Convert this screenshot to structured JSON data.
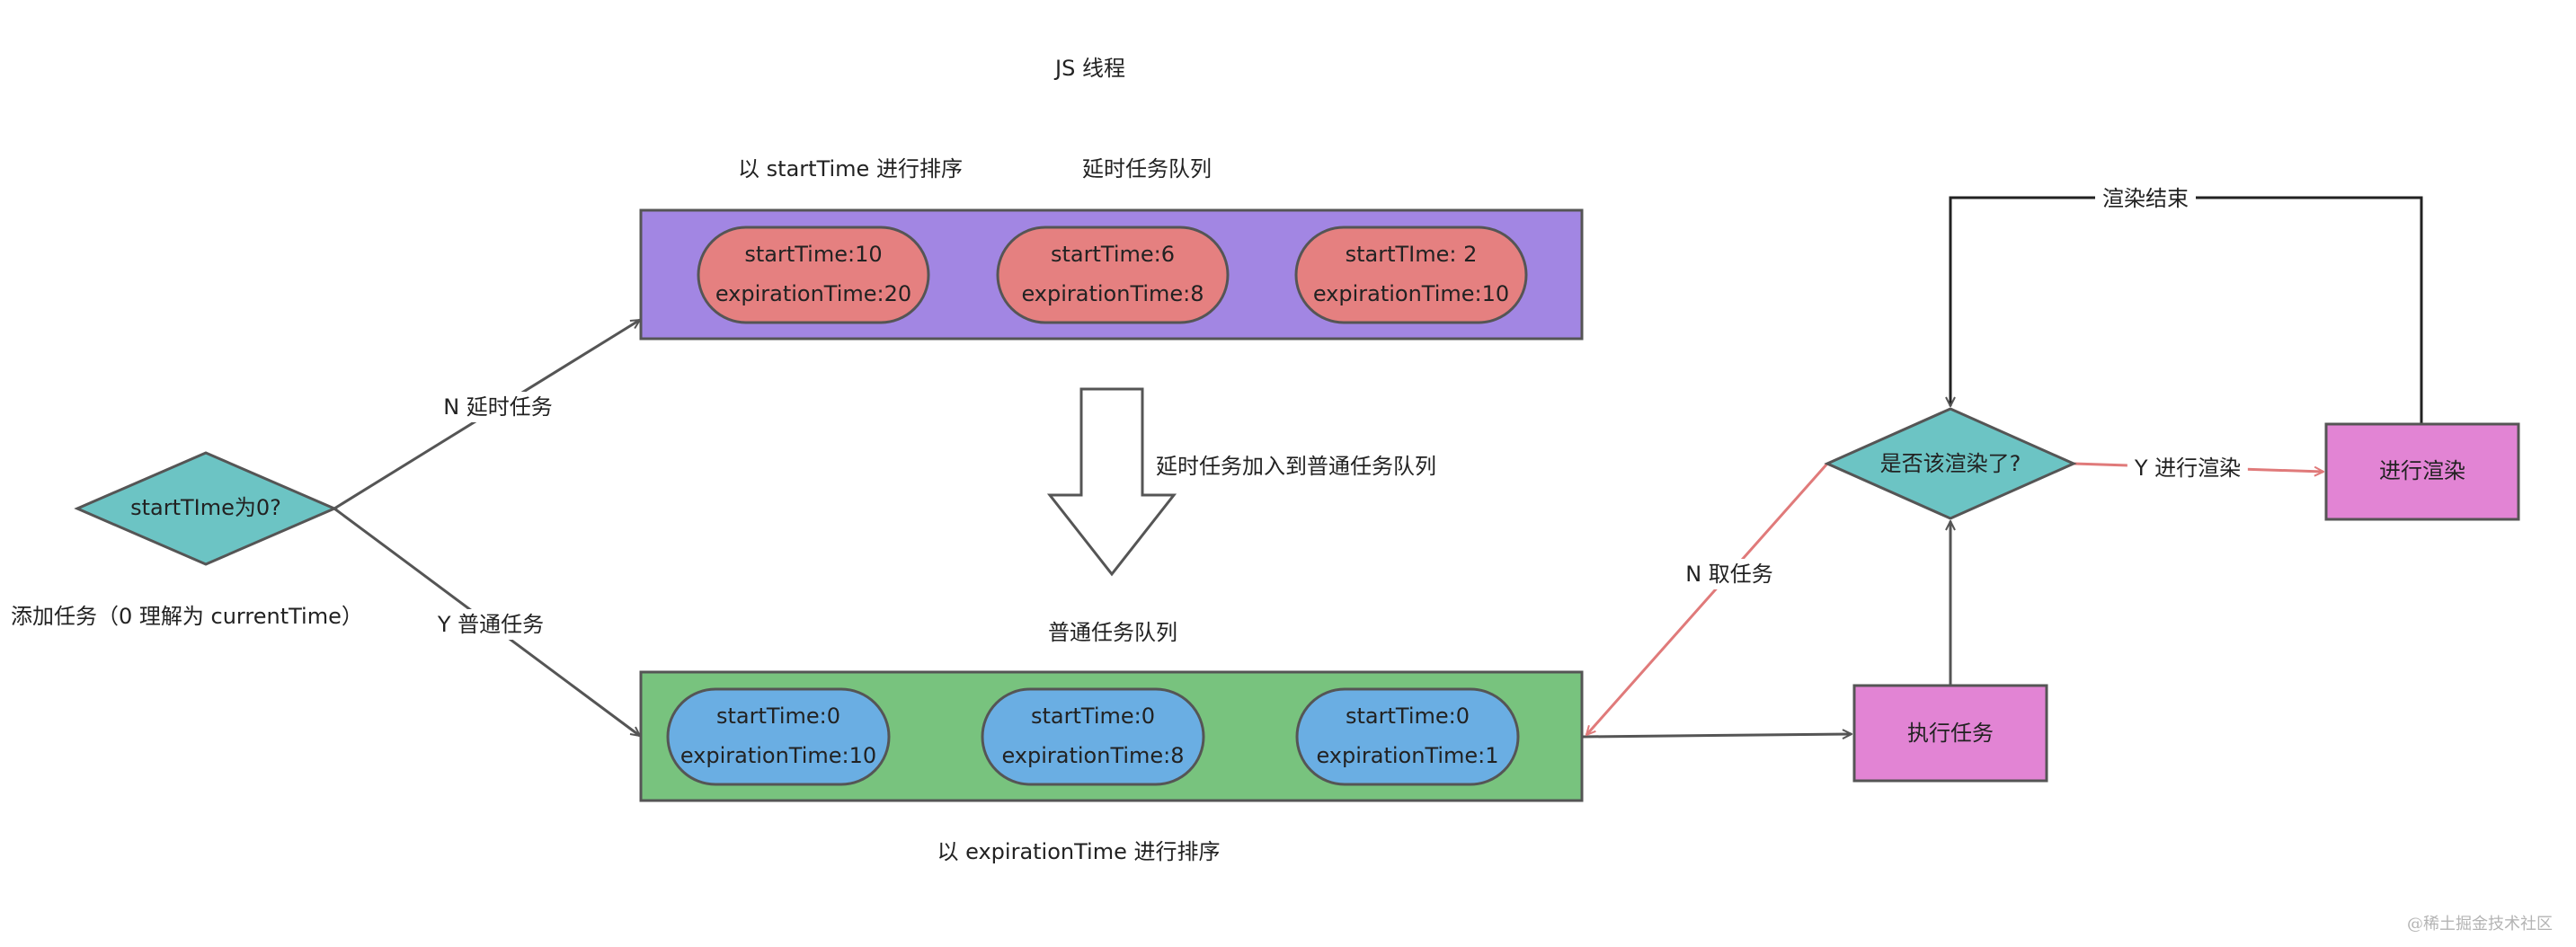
{
  "title": "JS 线程",
  "start_node": {
    "label": "startTIme为0?"
  },
  "add_task_label": "添加任务（0 理解为 currentTime）",
  "edges": {
    "no_delayed": "N 延时任务",
    "yes_normal": "Y 普通任务",
    "move_to_normal": "延时任务加入到普通任务队列",
    "take_task": "N 取任务",
    "do_render": "Y 进行渲染",
    "render_end": "渲染结束"
  },
  "delayed_queue": {
    "title": "延时任务队列",
    "sort_label": "以 startTime 进行排序",
    "tasks": [
      {
        "line1": "startTime:10",
        "line2": "expirationTime:20"
      },
      {
        "line1": "startTime:6",
        "line2": "expirationTime:8"
      },
      {
        "line1": "startTIme: 2",
        "line2": "expirationTime:10"
      }
    ]
  },
  "normal_queue": {
    "title": "普通任务队列",
    "sort_label": "以 expirationTime 进行排序",
    "tasks": [
      {
        "line1": "startTime:0",
        "line2": "expirationTime:10"
      },
      {
        "line1": "startTime:0",
        "line2": "expirationTime:8"
      },
      {
        "line1": "startTime:0",
        "line2": "expirationTime:1"
      }
    ]
  },
  "execute_node": {
    "label": "执行任务"
  },
  "render_decision": {
    "label": "是否该渲染了?"
  },
  "render_node": {
    "label": "进行渲染"
  },
  "watermark": "@稀土掘金技术社区",
  "colors": {
    "delayed_queue_fill": "#a286e3",
    "delayed_task_fill": "#e58080",
    "normal_queue_fill": "#78c37e",
    "normal_task_fill": "#6aaee3",
    "diamond_fill": "#6cc4c4",
    "action_box_fill": "#e284d4",
    "stroke": "#555555",
    "red_arrow": "#e07a7a"
  }
}
